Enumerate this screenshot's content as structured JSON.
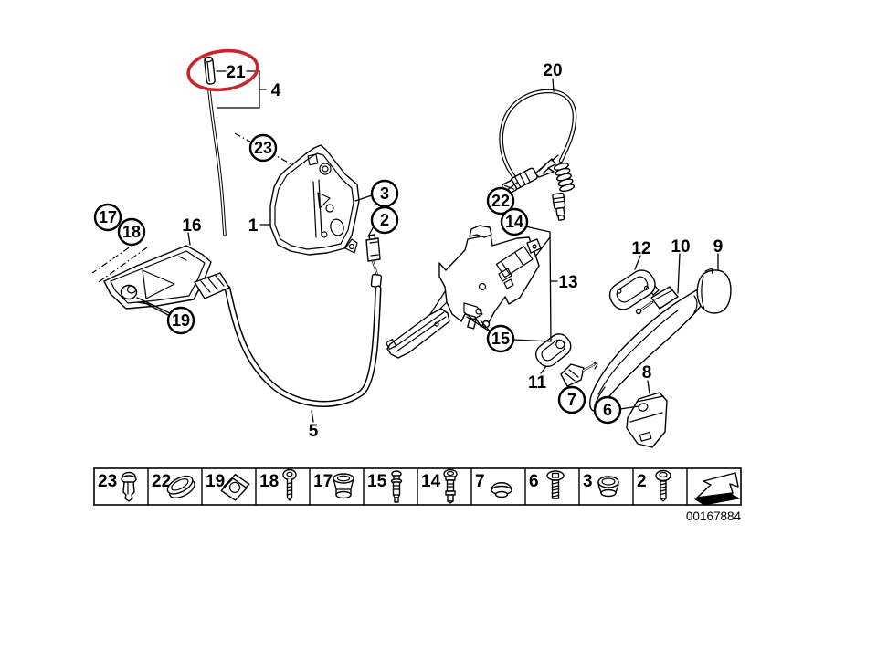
{
  "diagram": {
    "image_number": "00167884",
    "highlight_color": "#c8252c",
    "labels": {
      "p1": "1",
      "p4": "4",
      "p5": "5",
      "p8": "8",
      "p9": "9",
      "p10": "10",
      "p11": "11",
      "p12": "12",
      "p13": "13",
      "p16": "16",
      "p20": "20",
      "p21": "21",
      "c2": "2",
      "c3": "3",
      "c6": "6",
      "c7": "7",
      "c14": "14",
      "c15": "15",
      "c17": "17",
      "c18": "18",
      "c19": "19",
      "c22": "22",
      "c23": "23"
    }
  },
  "legend": {
    "cells": [
      {
        "label": "23",
        "icon": "expansion-rivet-icon"
      },
      {
        "label": "22",
        "icon": "oval-grommet-icon"
      },
      {
        "label": "19",
        "icon": "clip-nut-icon"
      },
      {
        "label": "18",
        "icon": "screw-icon"
      },
      {
        "label": "17",
        "icon": "plug-grommet-icon"
      },
      {
        "label": "15",
        "icon": "stud-pin-icon"
      },
      {
        "label": "14",
        "icon": "shoulder-bolt-icon"
      },
      {
        "label": "7",
        "icon": "dome-plug-icon"
      },
      {
        "label": "6",
        "icon": "countersunk-screw-icon"
      },
      {
        "label": "3",
        "icon": "cap-plug-icon"
      },
      {
        "label": "2",
        "icon": "pan-head-screw-icon"
      },
      {
        "label": "",
        "icon": "direction-arrow-icon"
      }
    ]
  }
}
